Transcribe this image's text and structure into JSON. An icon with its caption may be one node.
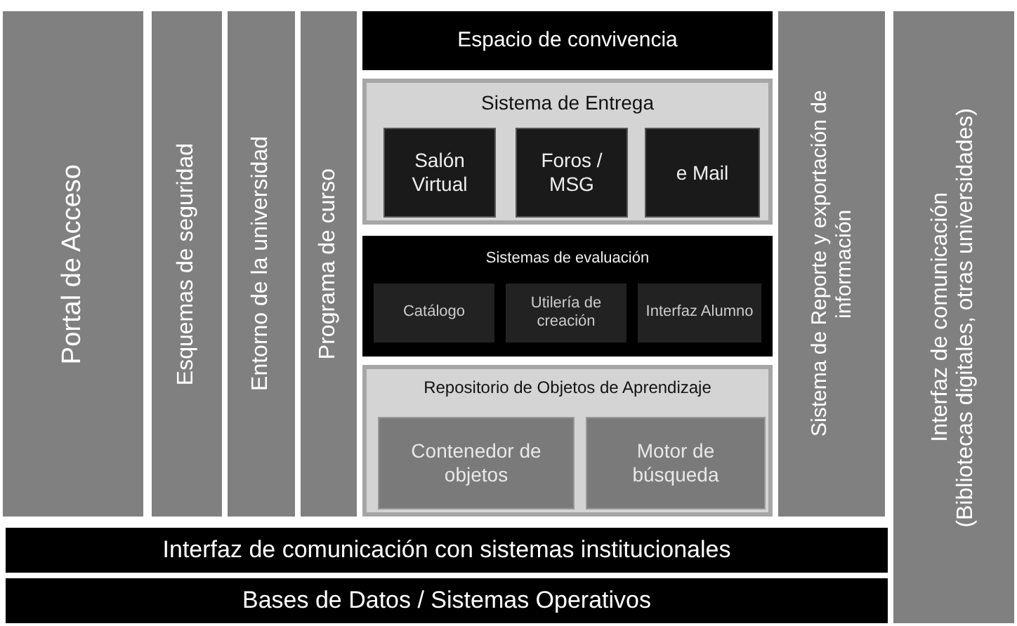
{
  "diagram": {
    "nodes": [
      {
        "text": [
          "Portal de Acceso"
        ]
      },
      {
        "text": [
          "Esquemas de seguridad"
        ]
      },
      {
        "text": [
          "Entorno de la universidad"
        ]
      },
      {
        "text": [
          "Programa de curso"
        ]
      },
      {
        "text": [
          "Espacio de convivencia"
        ]
      },
      {
        "text": [
          "Sistema de Entrega"
        ]
      },
      {
        "text": [
          "Salón Virtual"
        ],
        "in": 5
      },
      {
        "text": [
          "Foros / MSG"
        ],
        "in": 5
      },
      {
        "text": [
          "e Mail"
        ],
        "in": 5
      },
      {
        "text": [
          "Sistemas de evaluación"
        ]
      },
      {
        "text": [
          "Catálogo"
        ],
        "in": 9
      },
      {
        "text": [
          "Utilería de creación"
        ],
        "in": 9
      },
      {
        "text": [
          "Interfaz Alumno"
        ],
        "in": 9
      },
      {
        "text": [
          "Repositorio de Objetos de Aprendizaje"
        ]
      },
      {
        "text": [
          "Contenedor de objetos"
        ],
        "in": 13
      },
      {
        "text": [
          "Motor de búsqueda"
        ],
        "in": 13
      },
      {
        "text": [
          "Sistema de Reporte y exportación de información"
        ]
      },
      {
        "text": [
          "Interfaz de comunicación",
          "(Bibliotecas digitales, otras universidades)"
        ]
      },
      {
        "text": [
          "Interfaz de comunicación con sistemas institucionales"
        ]
      },
      {
        "text": [
          "Bases de Datos / Sistemas Operativos"
        ]
      }
    ]
  }
}
